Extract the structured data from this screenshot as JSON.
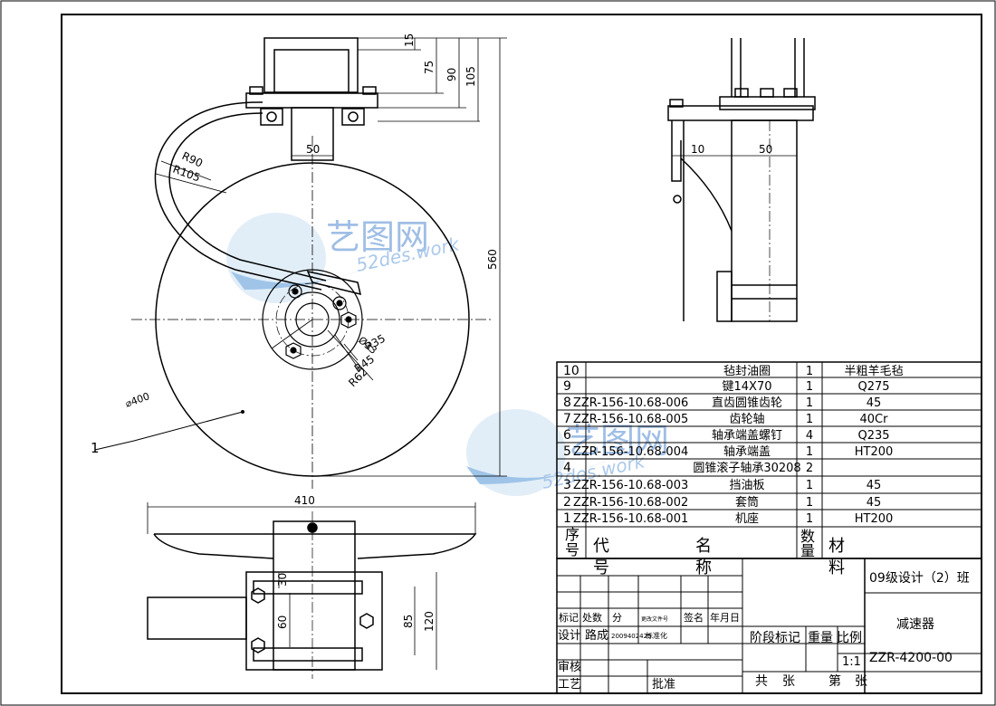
{
  "dimensions": {
    "d15": "15",
    "d75": "75",
    "d90": "90",
    "d105": "105",
    "d560": "560",
    "d50_top": "50",
    "d10_side": "10",
    "d50_side": "50",
    "r90": "R90",
    "r105": "R105",
    "phi33": "Ø33",
    "r35": "R35",
    "r45": "R45",
    "r62": "R62",
    "phi400": "⌀400",
    "d410": "410",
    "d30": "30",
    "d60": "60",
    "d85": "85",
    "d120": "120",
    "leader1": "1"
  },
  "watermark": {
    "cn": "艺图网",
    "url": "52des.work"
  },
  "bom": {
    "rows": [
      {
        "no": "10",
        "code": "",
        "name": "毡封油圈",
        "qty": "1",
        "mat": "半粗羊毛毡"
      },
      {
        "no": "9",
        "code": "",
        "name": "键14X70",
        "qty": "1",
        "mat": "Q275"
      },
      {
        "no": "8",
        "code": "ZZR-156-10.68-006",
        "name": "直齿圆锥齿轮",
        "qty": "1",
        "mat": "45"
      },
      {
        "no": "7",
        "code": "ZZR-156-10.68-005",
        "name": "齿轮轴",
        "qty": "1",
        "mat": "40Cr"
      },
      {
        "no": "6",
        "code": "",
        "name": "轴承端盖螺钉",
        "qty": "4",
        "mat": "Q235"
      },
      {
        "no": "5",
        "code": "ZZR-156-10.68-004",
        "name": "轴承端盖",
        "qty": "1",
        "mat": "HT200"
      },
      {
        "no": "4",
        "code": "",
        "name": "圆锥滚子轴承30208",
        "qty": "2",
        "mat": ""
      },
      {
        "no": "3",
        "code": "ZZR-156-10.68-003",
        "name": "挡油板",
        "qty": "1",
        "mat": "45"
      },
      {
        "no": "2",
        "code": "ZZR-156-10.68-002",
        "name": "套筒",
        "qty": "1",
        "mat": "45"
      },
      {
        "no": "1",
        "code": "ZZR-156-10.68-001",
        "name": "机座",
        "qty": "1",
        "mat": "HT200"
      }
    ],
    "header": {
      "no_a": "序",
      "no_b": "号",
      "code_a": "代",
      "code_b": "号",
      "name_a": "名",
      "name_b": "称",
      "qty_a": "数",
      "qty_b": "量",
      "mat_a": "材",
      "mat_b": "料"
    }
  },
  "titleblock": {
    "class": "09级设计（2）班",
    "product": "减速器",
    "drawing_no": "ZZR-4200-00",
    "scale_value": "1:1",
    "stage_label": "阶段标记",
    "weight_label": "重量",
    "scale_label": "比例",
    "total_label": "共",
    "sheets_label": "张",
    "page_label": "第",
    "page_sheets_label": "张",
    "rev_mark": "标记",
    "rev_count": "处数",
    "rev_zone": "分",
    "rev_doc": "更改文件号",
    "rev_sign": "签名",
    "rev_date": "年月日",
    "design": "设计",
    "designer": "路成",
    "student_id": "2009402425",
    "std": "标准化",
    "review": "审核",
    "process": "工艺",
    "approve": "批准"
  }
}
